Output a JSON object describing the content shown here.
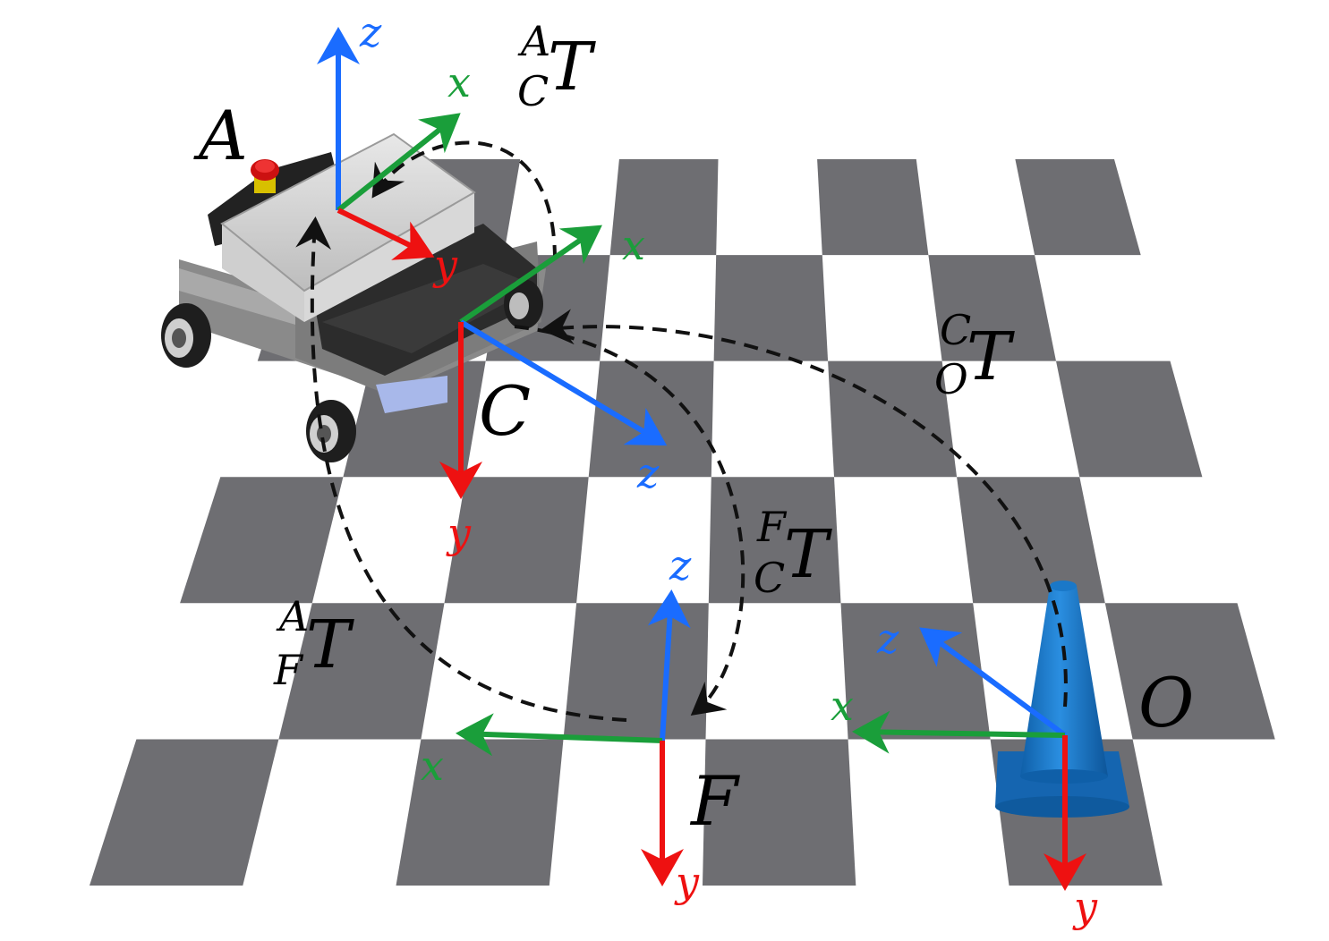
{
  "colors": {
    "x_axis": "#1a9e3a",
    "y_axis": "#ee1111",
    "z_axis": "#1a6cff",
    "dashed": "#111111",
    "floor_dark": "#6e6e72",
    "cone": "#1a78c8"
  },
  "axis_labels": {
    "x": "x",
    "y": "y",
    "z": "z"
  },
  "frames": {
    "A": {
      "label": "A"
    },
    "C": {
      "label": "C"
    },
    "F": {
      "label": "F"
    },
    "O": {
      "label": "O"
    }
  },
  "transforms": [
    {
      "id": "A_C",
      "main": "T",
      "sup": "A",
      "sub": "C"
    },
    {
      "id": "C_O",
      "main": "T",
      "sup": "C",
      "sub": "O"
    },
    {
      "id": "F_C",
      "main": "T",
      "sup": "F",
      "sub": "C"
    },
    {
      "id": "A_F",
      "main": "T",
      "sup": "A",
      "sub": "F"
    }
  ],
  "icons": {
    "robot": "mobile-robot-icon",
    "cone": "traffic-cone-icon",
    "floor": "checkerboard-floor"
  }
}
